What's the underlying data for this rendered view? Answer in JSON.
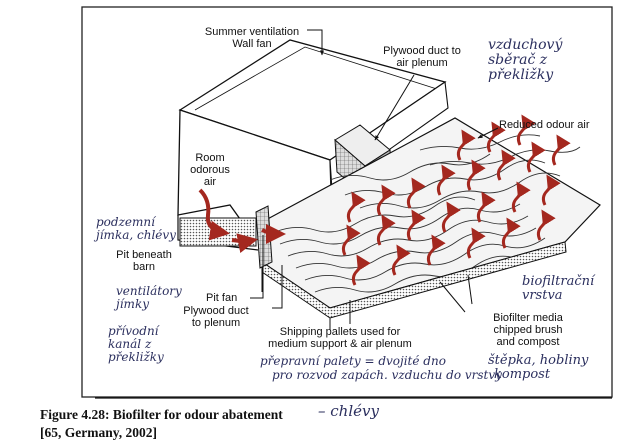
{
  "figure": {
    "caption_line1": "Figure 4.28: Biofilter for odour abatement",
    "caption_line2": "[65, Germany, 2002]",
    "caption_handwritten": "– chlévy"
  },
  "labels": {
    "summer_vent_1": "Summer ventilation",
    "summer_vent_2": "Wall fan",
    "plywood_plenum_1": "Plywood duct to",
    "plywood_plenum_2": "air plenum",
    "reduced_odour": "Reduced odour air",
    "room_1": "Room",
    "room_2": "odorous",
    "room_3": "air",
    "pit_barn_1": "Pit beneath",
    "pit_barn_2": "barn",
    "pit_fan": "Pit fan",
    "plywood_duct_1": "Plywood duct",
    "plywood_duct_2": "to plenum",
    "pallets_1": "Shipping pallets used for",
    "pallets_2": "medium support & air plenum",
    "media_1": "Biofilter media",
    "media_2": "chipped brush",
    "media_3": "and compost"
  },
  "handwritten": {
    "vzduchovy_1": "vzduchový",
    "vzduchovy_2": "sběrač z",
    "vzduchovy_3": "překližky",
    "podzemni_1": "podzemní",
    "podzemni_2": "jímka, chlévy",
    "ventilator_1": "ventilátory",
    "ventilator_2": "jímky",
    "privodni_1": "přívodní",
    "privodni_2": "kanál z",
    "privodni_3": "překližky",
    "biofiltracni_1": "biofiltrační",
    "biofiltracni_2": "vrstva",
    "stepka_1": "štěpka, hobliny",
    "stepka_2": "kompost",
    "prepravni_1": "přepravní palety = dvojité dno",
    "prepravni_2": "pro rozvod zapách. vzduchu do vrstvy"
  },
  "colors": {
    "arrow": "#a4281f",
    "ink": "#2b2f5e",
    "line": "#111111"
  }
}
